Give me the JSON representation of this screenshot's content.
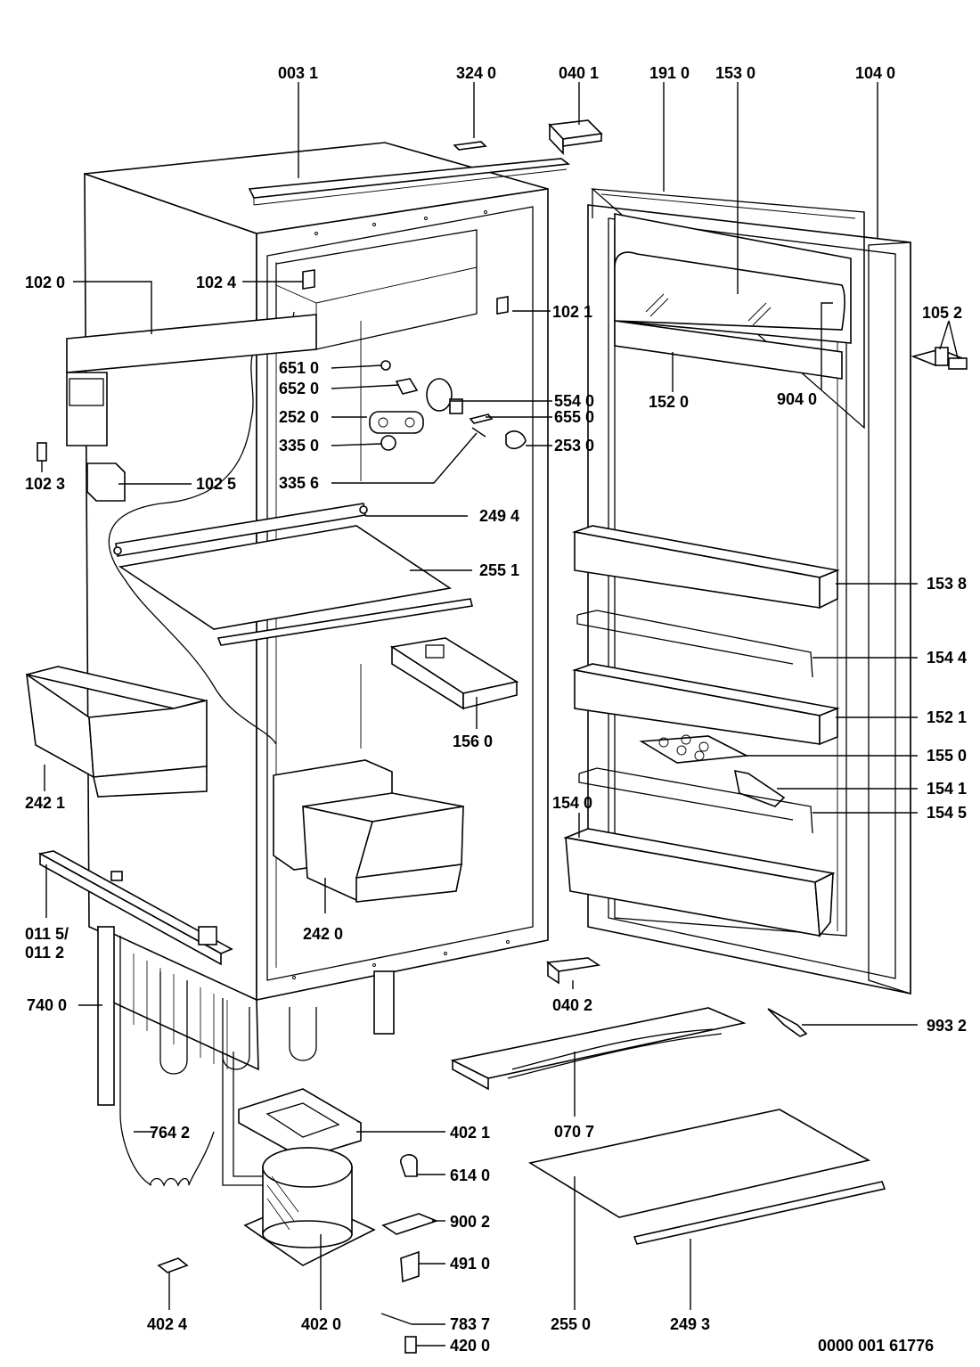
{
  "drawing_number": "0000 001 61776",
  "labels": {
    "l0031": "003 1",
    "l3240": "324 0",
    "l0401": "040 1",
    "l1910": "191 0",
    "l1530": "153 0",
    "l1040": "104 0",
    "l1020": "102 0",
    "l1024": "102 4",
    "l1021": "102 1",
    "l1052": "105 2",
    "l1520": "152 0",
    "l9040": "904 0",
    "l6510": "651 0",
    "l6520": "652 0",
    "l2520": "252 0",
    "l3350": "335 0",
    "l3356": "335 6",
    "l5540": "554 0",
    "l6550": "655 0",
    "l2530": "253 0",
    "l1023": "102 3",
    "l1025": "102 5",
    "l2494": "249 4",
    "l2551": "255 1",
    "l1538": "153 8",
    "l1544": "154 4",
    "l1560": "156 0",
    "l2421": "242 1",
    "l1521": "152 1",
    "l1550": "155 0",
    "l1541": "154 1",
    "l1540": "154 0",
    "l1545": "154 5",
    "l0115": "011 5/",
    "l0112": "011 2",
    "l2420": "242 0",
    "l7400": "740 0",
    "l0402": "040 2",
    "l9932": "993 2",
    "l0707": "070 7",
    "l7642": "764 2",
    "l4021": "402 1",
    "l6140": "614 0",
    "l9002": "900 2",
    "l4910": "491 0",
    "l4024": "402 4",
    "l4020": "402 0",
    "l7837": "783 7",
    "l4200": "420 0",
    "l2550": "255 0",
    "l2493": "249 3"
  }
}
